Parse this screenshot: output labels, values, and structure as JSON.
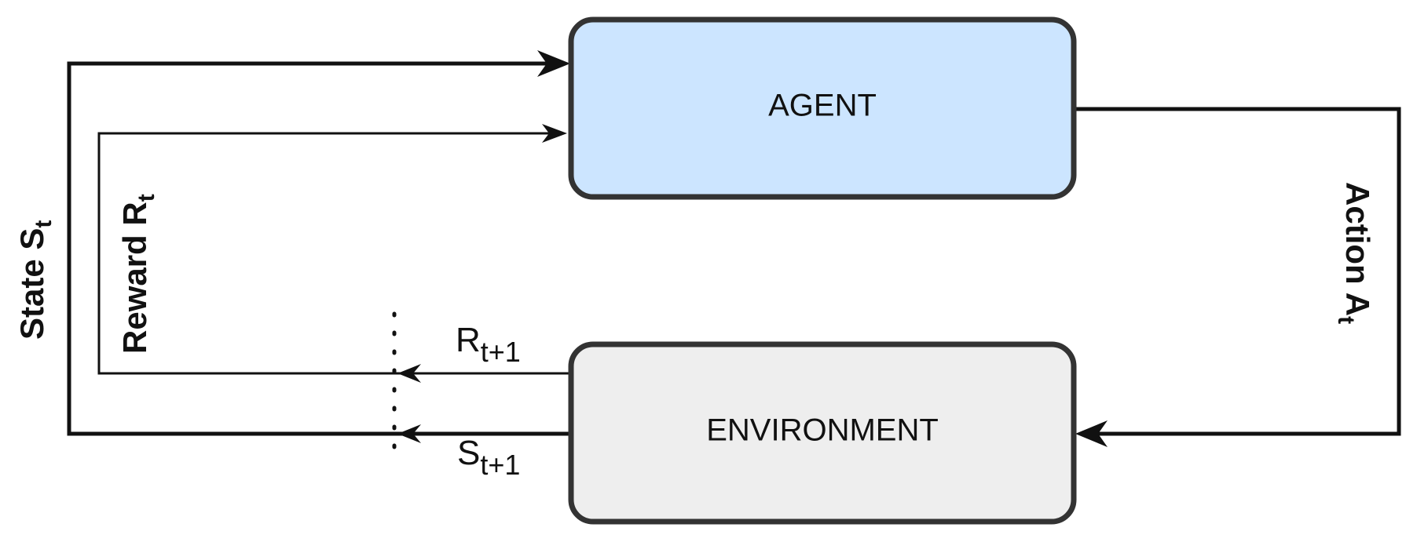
{
  "agent": {
    "label": "AGENT",
    "fill": "#cce5ff"
  },
  "environment": {
    "label": "ENVIRONMENT",
    "fill": "#eeeeee"
  },
  "state_label": {
    "main": "State S",
    "sub": "t"
  },
  "reward_label": {
    "main": "Reward R",
    "sub": "t"
  },
  "action_label": {
    "main": "Action A",
    "sub": "t"
  },
  "next_reward_label": {
    "main": "R",
    "sub": "t+1"
  },
  "next_state_label": {
    "main": "S",
    "sub": "t+1"
  },
  "colors": {
    "stroke": "#333333",
    "line": "#111111"
  }
}
